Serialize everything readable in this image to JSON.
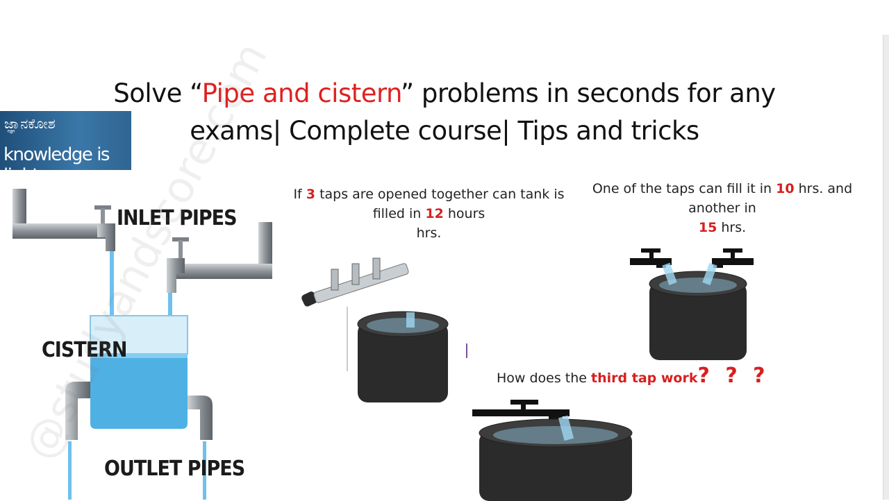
{
  "title": {
    "line1_prefix": "Solve “",
    "line1_highlight": "Pipe and cistern",
    "line1_suffix": "” problems in seconds for any",
    "line2": "exams| Complete course| Tips and tricks",
    "highlight_color": "#e02020"
  },
  "logo": {
    "kannada": "ಜ್ಞಾನಕೋಶ",
    "tagline": "knowledge is light"
  },
  "diagram": {
    "inlet_label": "INLET PIPES",
    "cistern_label": "CISTERN",
    "outlet_label": "OUTLET PIPES",
    "watermark": "@studyandscore.com"
  },
  "caption1": {
    "pre": "If ",
    "num1": "3",
    "mid": " taps are opened together can  tank is",
    "line2_pre": "filled in ",
    "num2": "12",
    "line2_post": " hours",
    "line3": "hrs."
  },
  "caption2": {
    "line1_pre": "One of the taps can fill it in ",
    "num1": "10",
    "line1_post": " hrs. and",
    "line2": "another in",
    "num2": "15",
    "line3_post": " hrs."
  },
  "caption3": {
    "pre": "How does the ",
    "highlight": "third tap work",
    "marks": "? ? ?"
  },
  "icons": [
    "faucet-icon",
    "tank-icon",
    "water-stream-icon"
  ]
}
